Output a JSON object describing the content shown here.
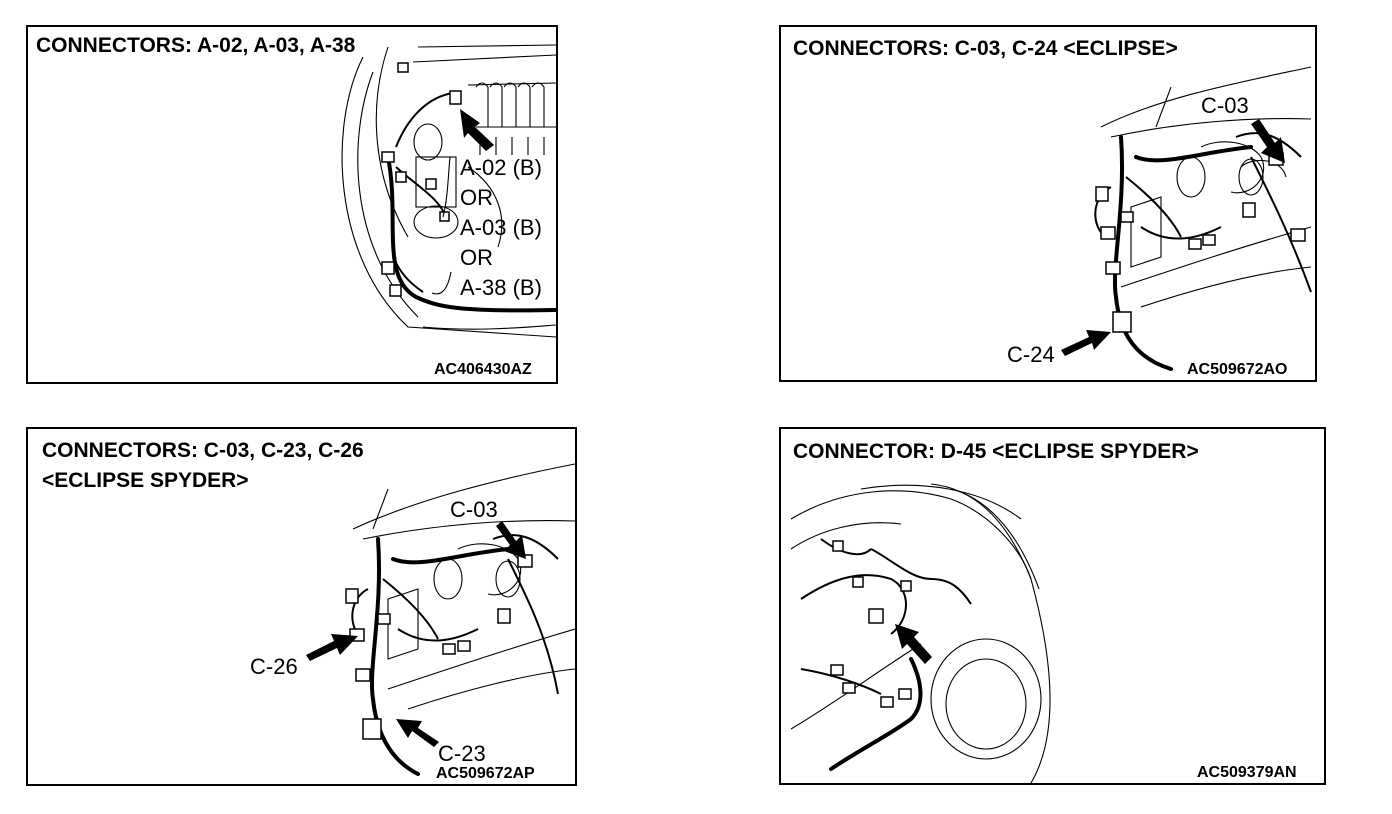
{
  "panels": [
    {
      "title_lines": [
        "CONNECTORS: A-02, A-03, A-38"
      ],
      "labels": [
        "A-02 (B)",
        "OR",
        "A-03 (B)",
        "OR",
        "A-38 (B)"
      ],
      "code": "AC406430AZ"
    },
    {
      "title_lines": [
        "CONNECTORS: C-03, C-24 <ECLIPSE>"
      ],
      "labels": [
        "C-03",
        "C-24"
      ],
      "code": "AC509672AO"
    },
    {
      "title_lines": [
        "CONNECTORS: C-03, C-23, C-26",
        "<ECLIPSE SPYDER>"
      ],
      "labels": [
        "C-03",
        "C-26",
        "C-23"
      ],
      "code": "AC509672AP"
    },
    {
      "title_lines": [
        "CONNECTOR: D-45 <ECLIPSE SPYDER>"
      ],
      "labels": [],
      "code": "AC509379AN"
    }
  ]
}
